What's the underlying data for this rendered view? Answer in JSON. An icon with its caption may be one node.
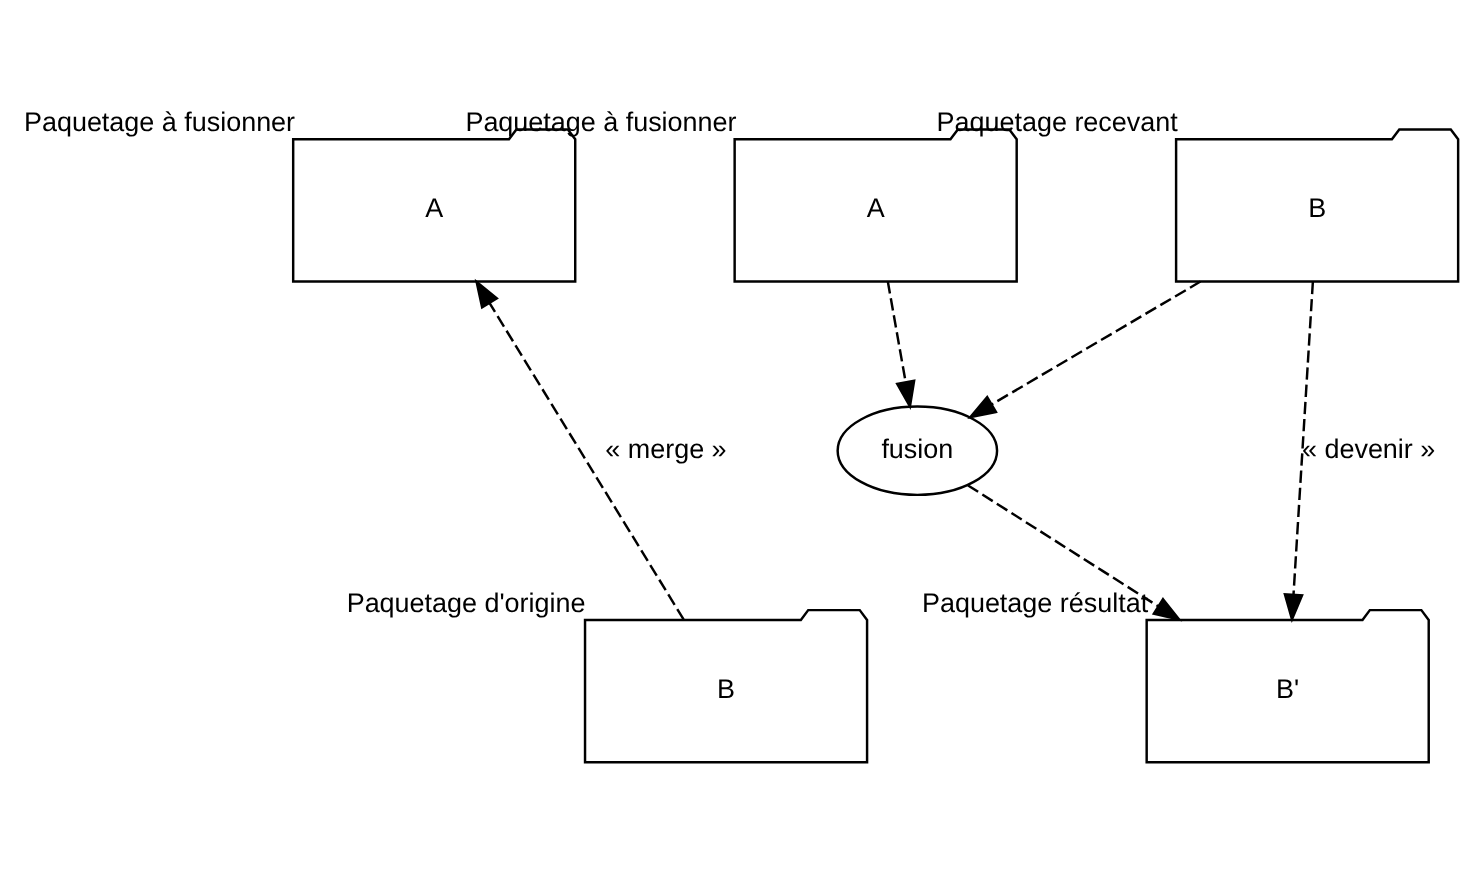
{
  "diagram": {
    "nodes": [
      {
        "text": [
          "A"
        ],
        "beside": [
          "Paquetage à fusionner"
        ]
      },
      {
        "text": [
          "B"
        ],
        "beside": [
          "Paquetage d'origine"
        ]
      },
      {
        "text": [
          "A"
        ],
        "beside": [
          "Paquetage à fusionner"
        ]
      },
      {
        "text": [
          "B"
        ],
        "beside": [
          "Paquetage recevant"
        ]
      },
      {
        "text": [
          "fusion"
        ]
      },
      {
        "text": [
          "B'"
        ],
        "beside": [
          "Paquetage résultat"
        ]
      }
    ],
    "edges": [
      {
        "from": 1,
        "to": 0,
        "arrow": "to",
        "label": "« merge »",
        "style": "dashed"
      },
      {
        "from": 2,
        "to": 4,
        "arrow": "to",
        "style": "dashed"
      },
      {
        "from": 3,
        "to": 4,
        "arrow": "to",
        "style": "dashed"
      },
      {
        "from": 4,
        "to": 5,
        "arrow": "to",
        "style": "dashed"
      },
      {
        "from": 3,
        "to": 5,
        "arrow": "to",
        "label": "« devenir »",
        "style": "dashed"
      }
    ]
  }
}
